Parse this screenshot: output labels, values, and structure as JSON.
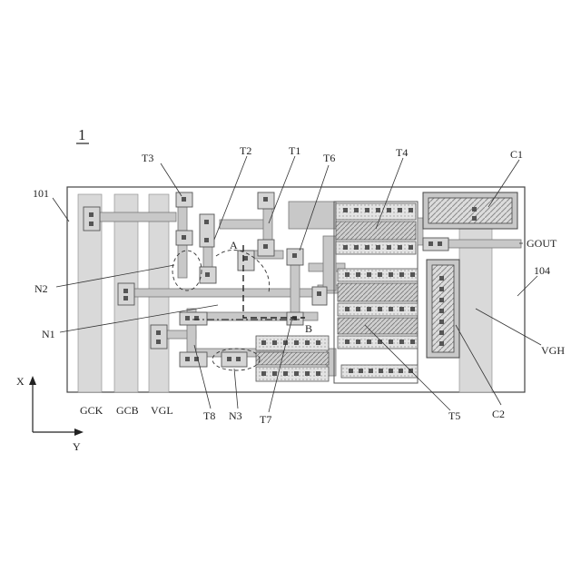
{
  "figure_label": "1",
  "labels": {
    "t3": "T3",
    "t2": "T2",
    "t1": "T1",
    "t6": "T6",
    "t4": "T4",
    "c1": "C1",
    "n101": "101",
    "gout": "GOUT",
    "n104": "104",
    "n2": "N2",
    "n1": "N1",
    "vgh": "VGH",
    "a": "A",
    "b": "B",
    "c2": "C2",
    "t5": "T5",
    "gck": "GCK",
    "gcb": "GCB",
    "vgl": "VGL",
    "t8": "T8",
    "n3": "N3",
    "t7": "T7",
    "x_axis": "X",
    "y_axis": "Y"
  },
  "colors": {
    "background": "#ffffff",
    "bus_fill": "#d9d9d9",
    "wire_fill": "#c8c8c8",
    "outline": "#444444",
    "via": "#555555"
  }
}
